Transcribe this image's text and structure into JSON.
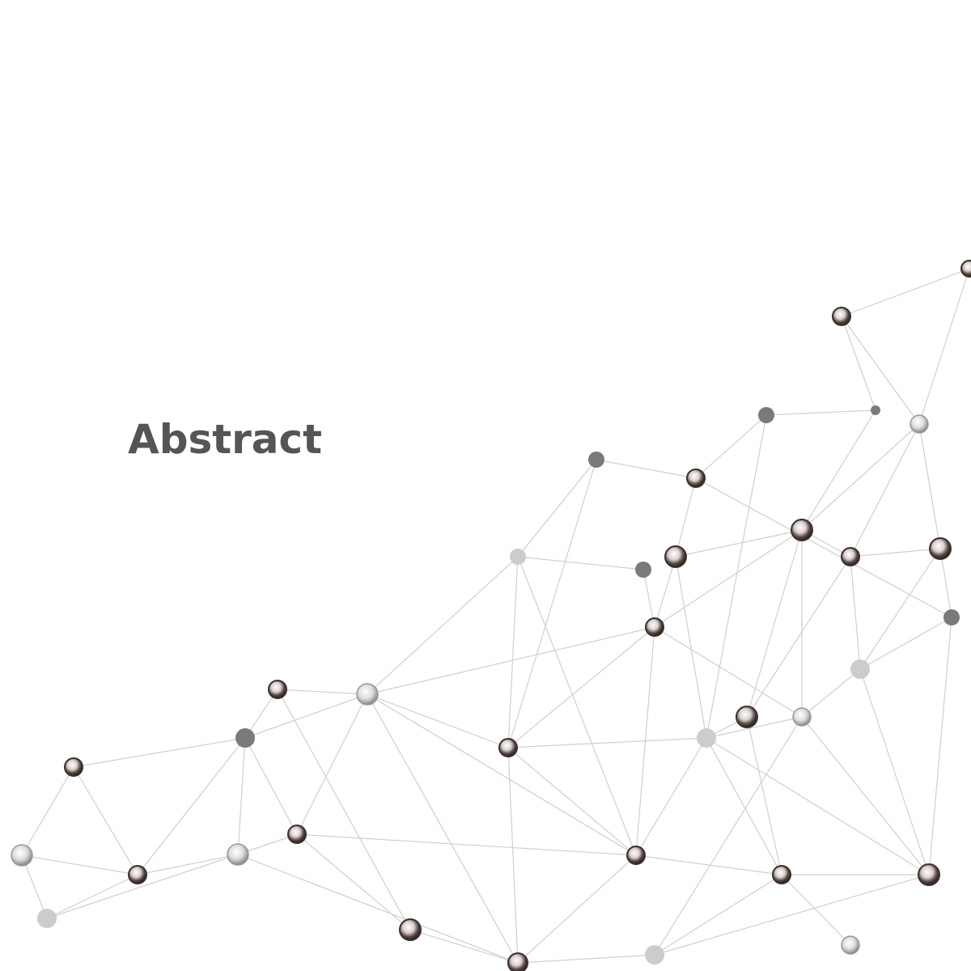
{
  "title": "Abstract",
  "colors": {
    "background": "#ffffff",
    "title": "#555555",
    "line": "#cfcfcf",
    "node_dark": "#3a302e",
    "node_silver": "#9a9a9a",
    "node_gray": "#7a7a7a",
    "node_light": "#cccccc"
  },
  "graphic": {
    "name": "network-mesh",
    "node_styles": [
      "dark-sphere",
      "silver-sphere",
      "solid-gray",
      "solid-light"
    ]
  }
}
